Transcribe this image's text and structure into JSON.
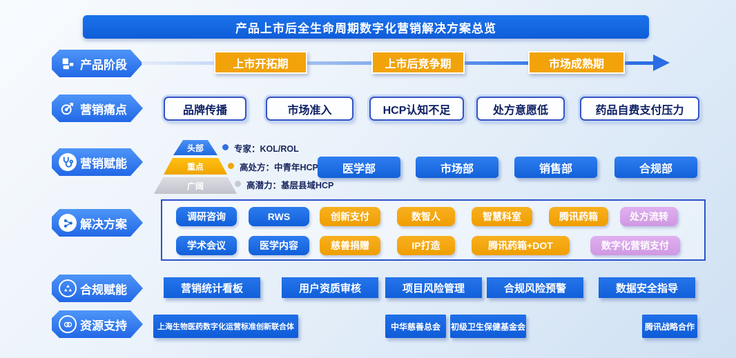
{
  "title": "产品上市后全生命周期数字化营销解决方案总览",
  "stages": {
    "label": "产品阶段",
    "items": [
      "上市开拓期",
      "上市后竞争期",
      "市场成熟期"
    ]
  },
  "pain_points": {
    "label": "营销痛点",
    "items": [
      "品牌传播",
      "市场准入",
      "HCP认知不足",
      "处方意愿低",
      "药品自费支付压力"
    ]
  },
  "enablement": {
    "label": "营销赋能",
    "pyramid": [
      {
        "tier": "头部",
        "audience": "专家：KOL/ROL"
      },
      {
        "tier": "重点",
        "audience": "高处方：中青年HCP"
      },
      {
        "tier": "广阔",
        "audience": "高潜力：基层县域HCP"
      }
    ],
    "departments": [
      "医学部",
      "市场部",
      "销售部",
      "合规部"
    ]
  },
  "solutions": {
    "label": "解决方案",
    "row1": [
      "调研咨询",
      "RWS",
      "创新支付",
      "数智人",
      "智慧科室",
      "腾讯药箱",
      "处方流转"
    ],
    "row2": [
      "学术会议",
      "医学内容",
      "慈善捐赠",
      "IP打造",
      "腾讯药箱+DOT",
      "数字化营销支付"
    ]
  },
  "compliance": {
    "label": "合规赋能",
    "items": [
      "营销统计看板",
      "用户资质审核",
      "项目风险管理",
      "合规风险预警",
      "数据安全指导"
    ]
  },
  "resources": {
    "label": "资源支持",
    "items": [
      "上海生物医药数字化运营标准创新联合体",
      "中华慈善总会",
      "初级卫生保健基金会",
      "腾讯战略合作"
    ]
  },
  "colors": {
    "primary_blue": "#1b6ae2",
    "badge_blue": "#3a86f2",
    "accent_orange": "#f2a30a",
    "accent_purple": "#d9a3e8",
    "dark_navy_text": "#0c1f63",
    "tier_gray": "#c9c9cf"
  }
}
